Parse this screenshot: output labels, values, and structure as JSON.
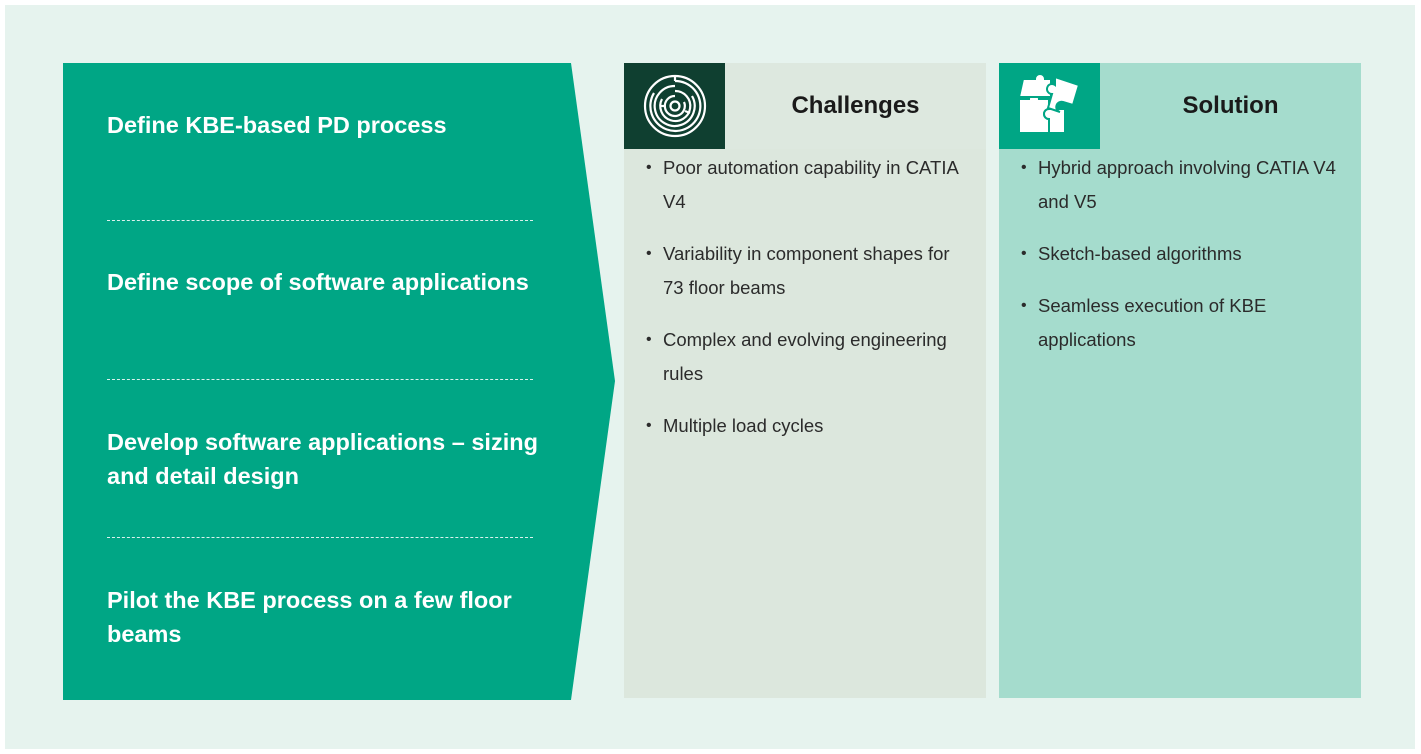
{
  "steps": [
    "Define KBE-based PD process",
    "Define scope of software applications",
    "Develop software applications – sizing and detail design",
    "Pilot the KBE process on a few floor beams"
  ],
  "challenges": {
    "title": "Challenges",
    "icon": "maze-icon",
    "items": [
      "Poor automation capability in CATIA V4",
      "Variability in component shapes for 73 floor beams",
      "Complex and evolving engineering rules",
      "Multiple load cycles"
    ]
  },
  "solution": {
    "title": "Solution",
    "icon": "puzzle-icon",
    "items": [
      "Hybrid approach involving CATIA V4 and V5",
      "Sketch-based algorithms",
      "Seamless execution of KBE applications"
    ]
  },
  "colors": {
    "background": "#e6f3ee",
    "arrow": "#00a685",
    "challenges_icon_bg": "#0f3f30",
    "challenges_bg": "#dce7dd",
    "solution_bg": "#a5dccd"
  }
}
